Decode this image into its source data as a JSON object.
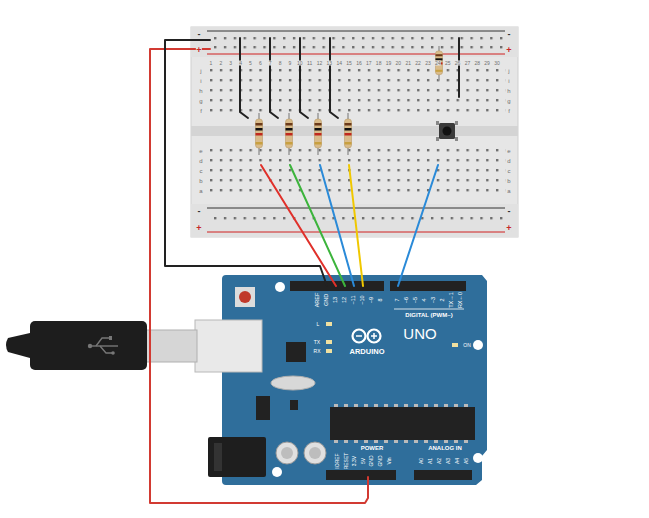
{
  "diagram": {
    "nodes": [
      {
        "text": [
          "UNO",
          "ARDUINO"
        ]
      }
    ],
    "labels": [
      "-",
      "+",
      "-",
      "+",
      "-",
      "+",
      "-",
      "+",
      "1",
      "2",
      "3",
      "4",
      "5",
      "6",
      "7",
      "8",
      "9",
      "10",
      "11",
      "12",
      "13",
      "14",
      "15",
      "16",
      "17",
      "18",
      "19",
      "20",
      "21",
      "22",
      "23",
      "24",
      "25",
      "26",
      "27",
      "28",
      "29",
      "30",
      "j",
      "i",
      "h",
      "g",
      "f",
      "e",
      "d",
      "c",
      "b",
      "a",
      "j",
      "i",
      "h",
      "g",
      "f",
      "e",
      "d",
      "c",
      "b",
      "a",
      "AREF",
      "GND",
      "13",
      "12",
      "~11",
      "~10",
      "~9",
      "8",
      "7",
      "~6",
      "~5",
      "4",
      "~3",
      "2",
      "TX→1",
      "RX←0",
      "DIGITAL (PWM~)",
      "L",
      "TX",
      "RX",
      "ON",
      "POWER",
      "ANALOG IN",
      "IOREF",
      "RESET",
      "3.3V",
      "5V",
      "GND",
      "GND",
      "Vin",
      "A0",
      "A1",
      "A2",
      "A3",
      "A4",
      "A5"
    ]
  }
}
